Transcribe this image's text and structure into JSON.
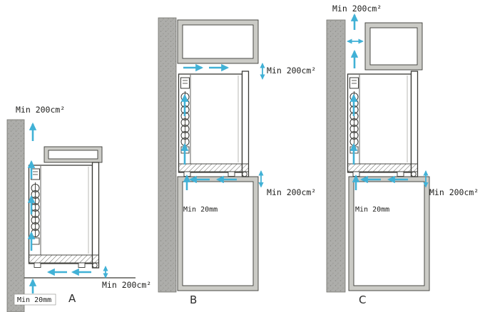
{
  "diagram": {
    "panel_a": {
      "label": "A",
      "top_vent": "Min 200cm²",
      "front_vent": "Min 200cm²",
      "rear_gap": "Min 20mm"
    },
    "panel_b": {
      "label": "B",
      "top_vent": "Min 200cm²",
      "front_vent": "Min 200cm²",
      "rear_gap": "Min 20mm"
    },
    "panel_c": {
      "label": "C",
      "top_vent": "Min 200cm²",
      "front_vent": "Min 200cm²",
      "rear_gap": "Min 20mm"
    },
    "colors": {
      "arrow": "#41b1d6",
      "wall": "#a6a6a2",
      "cabinet": "#cbcbc6",
      "line": "#3a3a36"
    }
  }
}
